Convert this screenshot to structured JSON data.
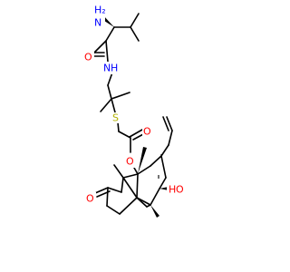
{
  "colors": {
    "bond": "#000000",
    "O": "#ff0000",
    "N": "#0000ff",
    "S": "#b2b200",
    "C": "#000000"
  },
  "labels": {
    "amino_H2": "H₂",
    "amino_N": "N",
    "amide_O": "O",
    "amide_NH": "N",
    "amide_H": "H",
    "thioether_S": "S",
    "ester_carbonyl_O": "O",
    "ester_O": "O",
    "hydroxyl_H": "H",
    "hydroxyl_O": "O",
    "ketone_O": "O"
  }
}
